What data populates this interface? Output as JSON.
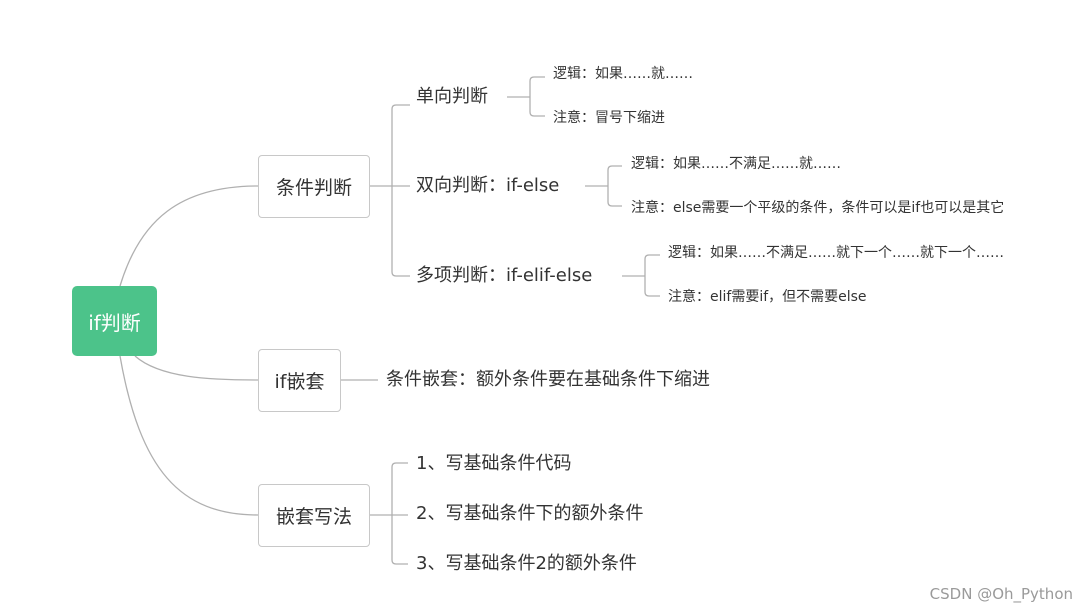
{
  "root": {
    "label": "if判断"
  },
  "branches": [
    {
      "label": "条件判断",
      "children": [
        {
          "label": "单向判断",
          "notes": [
            "逻辑：如果……就……",
            "注意：冒号下缩进"
          ]
        },
        {
          "label": "双向判断：if-else",
          "notes": [
            "逻辑：如果……不满足……就……",
            "注意：else需要一个平级的条件，条件可以是if也可以是其它"
          ]
        },
        {
          "label": "多项判断：if-elif-else",
          "notes": [
            "逻辑：如果……不满足……就下一个……就下一个……",
            "注意：elif需要if，但不需要else"
          ]
        }
      ]
    },
    {
      "label": "if嵌套",
      "children": [
        {
          "label": "条件嵌套：额外条件要在基础条件下缩进"
        }
      ]
    },
    {
      "label": "嵌套写法",
      "children": [
        {
          "label": "1、写基础条件代码"
        },
        {
          "label": "2、写基础条件下的额外条件"
        },
        {
          "label": "3、写基础条件2的额外条件"
        }
      ]
    }
  ],
  "watermark": "CSDN @Oh_Python",
  "colors": {
    "root_fill": "#4cc38a",
    "line": "#b0b0b0",
    "box_border": "#c8c8c8",
    "text": "#333333"
  }
}
